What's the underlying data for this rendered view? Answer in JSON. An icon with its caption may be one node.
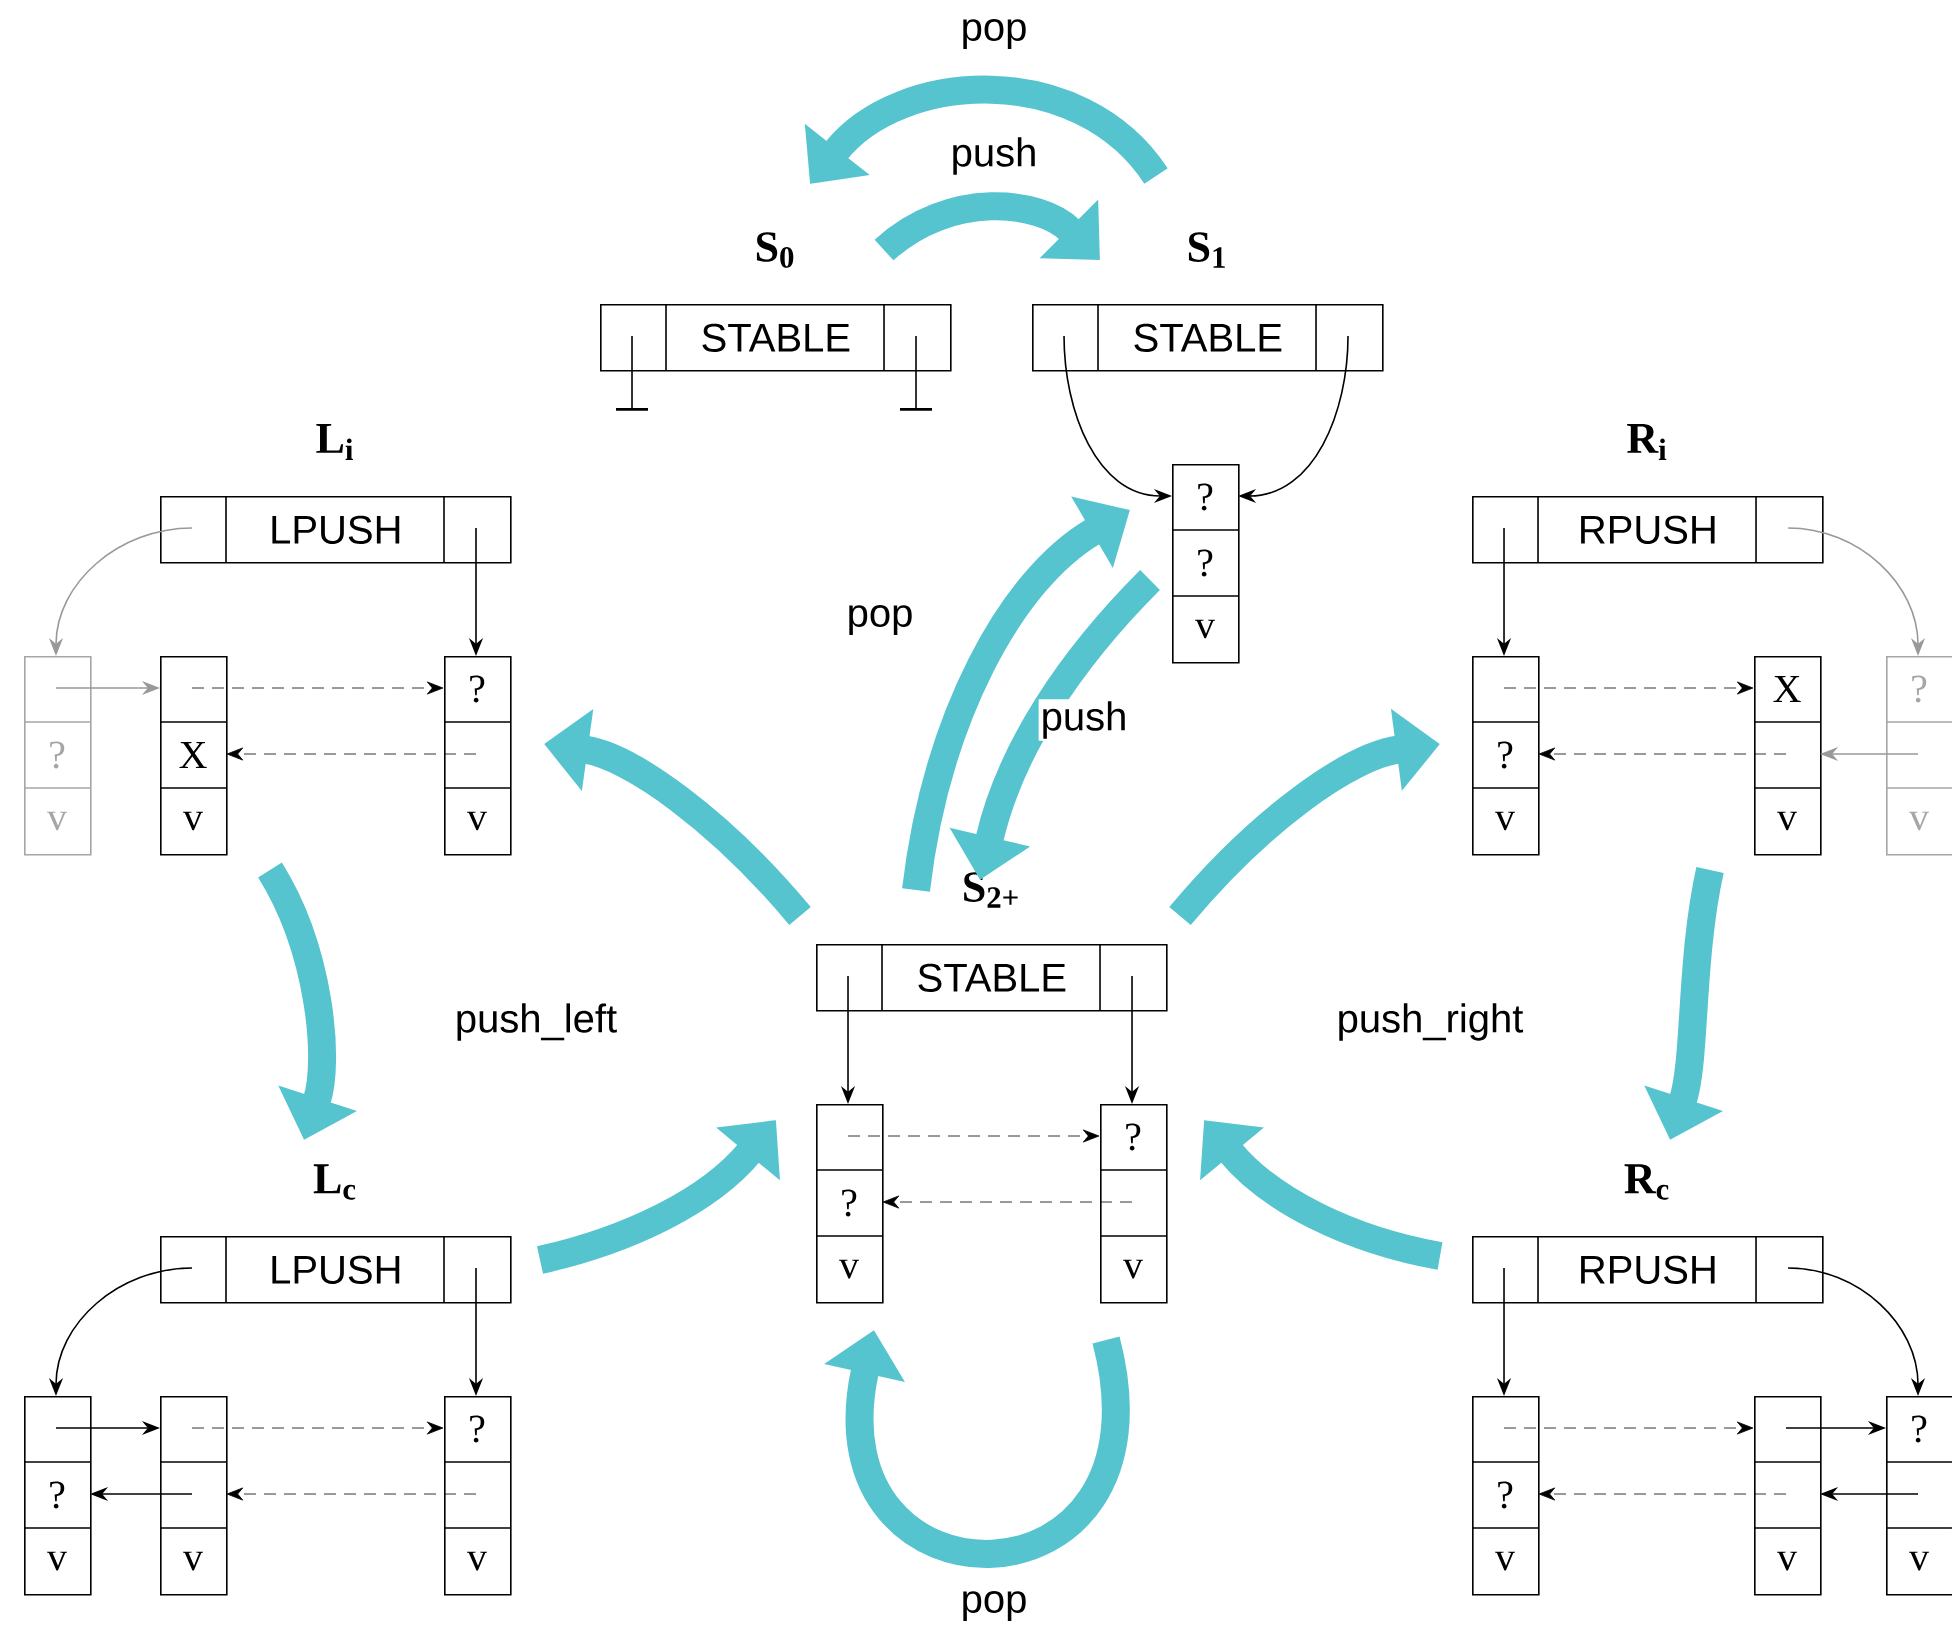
{
  "diagram": {
    "nodes": [
      {
        "text": [
          "S$_{0}$",
          "STABLE"
        ]
      },
      {
        "text": [
          "S$_{1}$",
          "STABLE"
        ]
      },
      {
        "text": [
          "?",
          "?",
          "v"
        ]
      },
      {
        "text": [
          "L$_{i}$",
          "LPUSH"
        ]
      },
      {
        "text": [
          "?",
          "v"
        ]
      },
      {
        "text": [
          "X",
          "v"
        ]
      },
      {
        "text": [
          "?",
          "v"
        ]
      },
      {
        "text": [
          "R$_{i}$",
          "RPUSH"
        ]
      },
      {
        "text": [
          "?",
          "v"
        ]
      },
      {
        "text": [
          "X",
          "v"
        ]
      },
      {
        "text": [
          "?",
          "v"
        ]
      },
      {
        "text": [
          "S$_{2+}$",
          "STABLE"
        ]
      },
      {
        "text": [
          "?",
          "v"
        ]
      },
      {
        "text": [
          "?",
          "v"
        ]
      },
      {
        "text": [
          "L$_{c}$",
          "LPUSH"
        ]
      },
      {
        "text": [
          "?",
          "v"
        ]
      },
      {
        "text": [
          "v"
        ]
      },
      {
        "text": [
          "?",
          "v"
        ]
      },
      {
        "text": [
          "R$_{c}$",
          "RPUSH"
        ]
      },
      {
        "text": [
          "?",
          "v"
        ]
      },
      {
        "text": [
          "v"
        ]
      },
      {
        "text": [
          "?",
          "v"
        ]
      },
      {
        "text": [],
        "shape": "bar"
      },
      {
        "text": [],
        "shape": "bar"
      }
    ],
    "edges": [
      {
        "from": 0,
        "to": 22,
        "arrow": "none"
      },
      {
        "from": 0,
        "to": 23,
        "arrow": "none"
      },
      {
        "from": 1,
        "to": 2,
        "arrow": "to"
      },
      {
        "from": 1,
        "to": 2,
        "arrow": "to"
      },
      {
        "from": 3,
        "to": 4,
        "arrow": "to",
        "color": "#999999"
      },
      {
        "from": 3,
        "to": 6,
        "arrow": "to"
      },
      {
        "from": 4,
        "to": 5,
        "arrow": "to",
        "color": "#999999"
      },
      {
        "from": 5,
        "to": 6,
        "arrow": "to",
        "style": "dashed"
      },
      {
        "from": 6,
        "to": 5,
        "arrow": "to",
        "style": "dashed"
      },
      {
        "from": 7,
        "to": 8,
        "arrow": "to"
      },
      {
        "from": 7,
        "to": 10,
        "arrow": "to",
        "color": "#999999"
      },
      {
        "from": 8,
        "to": 9,
        "arrow": "to",
        "style": "dashed"
      },
      {
        "from": 9,
        "to": 8,
        "arrow": "to",
        "style": "dashed"
      },
      {
        "from": 10,
        "to": 9,
        "arrow": "to",
        "color": "#999999"
      },
      {
        "from": 11,
        "to": 12,
        "arrow": "to"
      },
      {
        "from": 11,
        "to": 13,
        "arrow": "to"
      },
      {
        "from": 12,
        "to": 13,
        "arrow": "to",
        "style": "dashed"
      },
      {
        "from": 13,
        "to": 12,
        "arrow": "to",
        "style": "dashed"
      },
      {
        "from": 14,
        "to": 15,
        "arrow": "to"
      },
      {
        "from": 14,
        "to": 17,
        "arrow": "to"
      },
      {
        "from": 15,
        "to": 16,
        "arrow": "to"
      },
      {
        "from": 16,
        "to": 17,
        "arrow": "to",
        "style": "dashed"
      },
      {
        "from": 17,
        "to": 16,
        "arrow": "to",
        "style": "dashed"
      },
      {
        "from": 16,
        "to": 15,
        "arrow": "to"
      },
      {
        "from": 18,
        "to": 19,
        "arrow": "to"
      },
      {
        "from": 18,
        "to": 21,
        "arrow": "to"
      },
      {
        "from": 19,
        "to": 20,
        "arrow": "to",
        "style": "dashed"
      },
      {
        "from": 20,
        "to": 21,
        "arrow": "to"
      },
      {
        "from": 21,
        "to": 20,
        "arrow": "to"
      },
      {
        "from": 20,
        "to": 19,
        "arrow": "to",
        "style": "dashed"
      },
      {
        "from": 1,
        "to": 0,
        "arrow": "to",
        "label": "pop",
        "style": "thick",
        "color": "#56c4cf"
      },
      {
        "from": 0,
        "to": 1,
        "arrow": "to",
        "label": "push",
        "style": "thick",
        "color": "#56c4cf"
      },
      {
        "from": 11,
        "to": 2,
        "arrow": "to",
        "label": "pop",
        "style": "thick",
        "color": "#56c4cf"
      },
      {
        "from": 2,
        "to": 11,
        "arrow": "to",
        "label": "push",
        "style": "thick",
        "color": "#56c4cf"
      },
      {
        "from": 11,
        "to": 6,
        "arrow": "to",
        "style": "thick",
        "color": "#56c4cf"
      },
      {
        "from": 5,
        "to": 14,
        "arrow": "to",
        "style": "thick",
        "color": "#56c4cf"
      },
      {
        "from": 14,
        "to": 12,
        "arrow": "to",
        "style": "thick",
        "color": "#56c4cf"
      },
      {
        "from": 11,
        "to": 8,
        "arrow": "to",
        "style": "thick",
        "color": "#56c4cf"
      },
      {
        "from": 9,
        "to": 18,
        "arrow": "to",
        "style": "thick",
        "color": "#56c4cf"
      },
      {
        "from": 18,
        "to": 13,
        "arrow": "to",
        "style": "thick",
        "color": "#56c4cf"
      },
      {
        "from": 13,
        "to": 12,
        "arrow": "to",
        "label": "pop",
        "style": "thick",
        "color": "#56c4cf"
      }
    ],
    "labels": [
      "push_left",
      "push_right"
    ]
  }
}
